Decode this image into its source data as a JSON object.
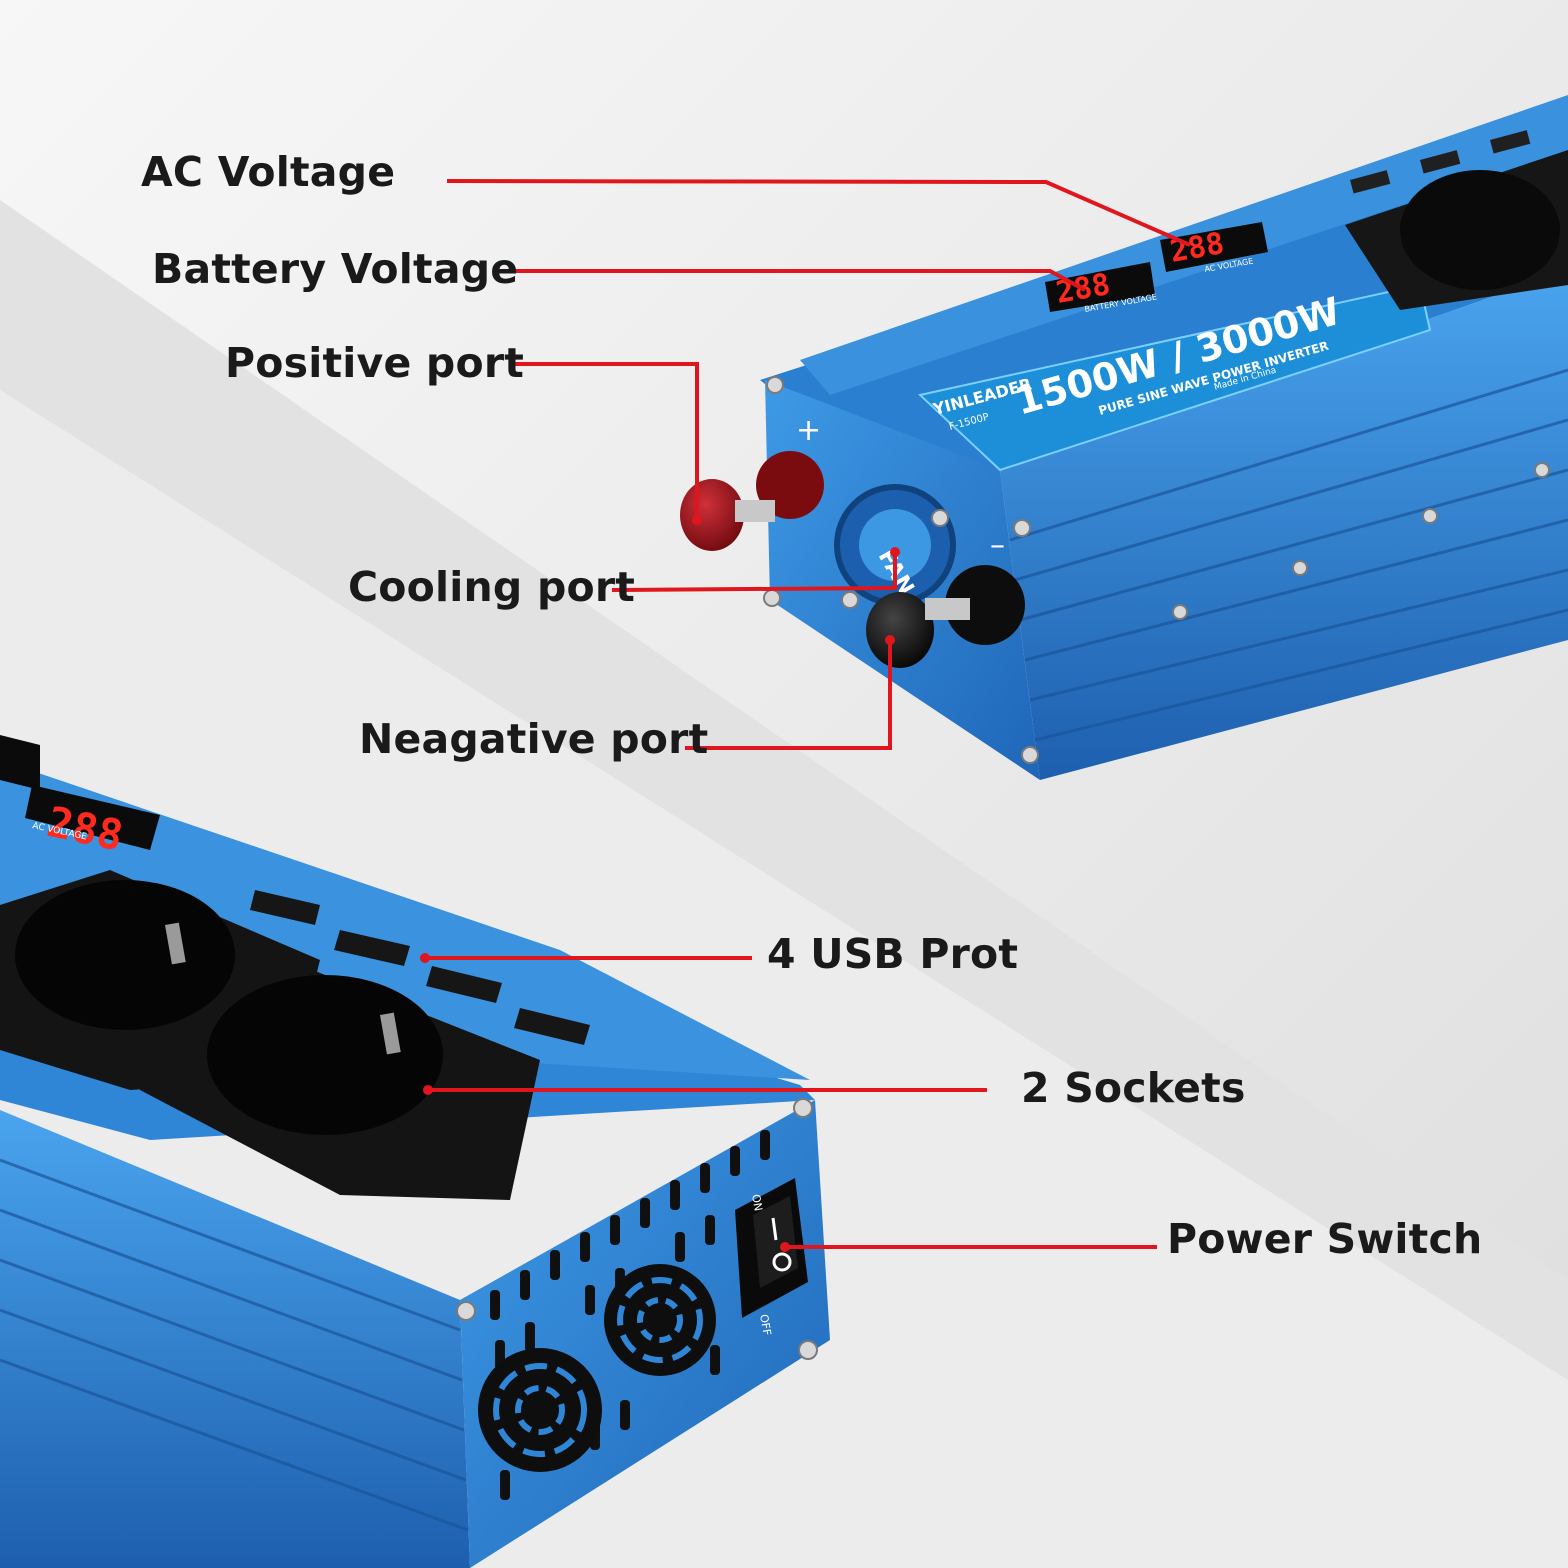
{
  "callouts": {
    "ac_voltage": "AC Voltage",
    "battery_voltage": "Battery Voltage",
    "positive_port": "Positive port",
    "cooling_port": "Cooling port",
    "negative_port": "Neagative port",
    "usb_port": "4 USB Prot",
    "sockets": "2 Sockets",
    "power_switch": "Power Switch"
  },
  "product": {
    "brand": "YINLEADER",
    "model": "F-1500P",
    "power_rating": "1500W / 3000W",
    "type": "PURE SINE WAVE POWER INVERTER",
    "made_in": "Made in China",
    "lcd_reading": "288",
    "battery_voltage_tag": "BATTERY VOLTAGE",
    "ac_voltage_tag": "AC VOLTAGE",
    "fan_label": "FAN",
    "plus_sign": "+",
    "minus_sign": "–",
    "switch_on": "ON",
    "switch_off": "OFF"
  },
  "colors": {
    "leader_line": "#e0161e",
    "housing_blue": "#2f86d6",
    "housing_dark": "#1d5fae",
    "lcd_red": "#ff2a1e",
    "terminal_red": "#9d1016"
  }
}
